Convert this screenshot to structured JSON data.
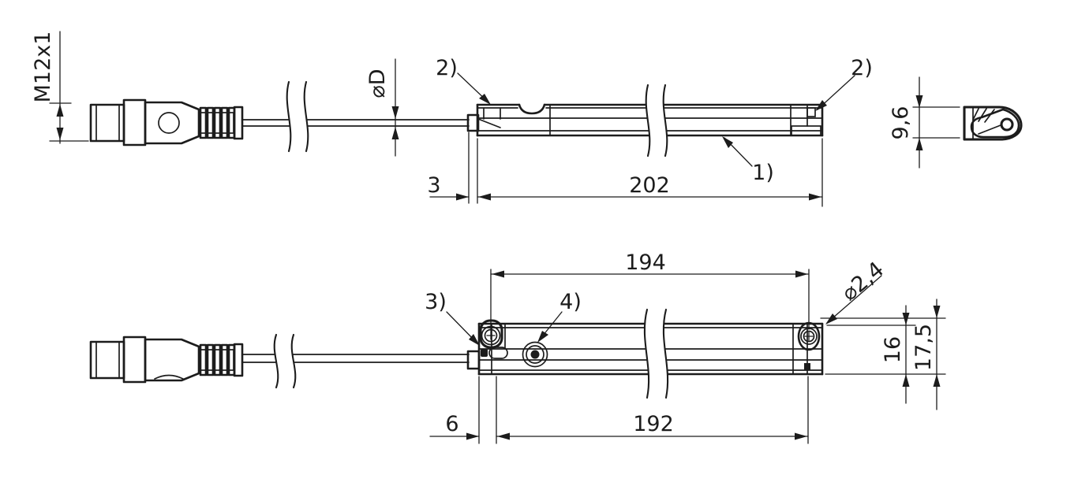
{
  "drawing": {
    "background": "#ffffff",
    "line_color": "#1c1c1c",
    "labels": {
      "thread": "M12x1",
      "cable_dia": "⌀D",
      "callout_1": "1)",
      "callout_2_left": "2)",
      "callout_2_right": "2)",
      "callout_3": "3)",
      "callout_4": "4)",
      "dim_end_height": "9,6",
      "dim_offset_top": "3",
      "dim_length_top": "202",
      "dim_hole_spacing": "194",
      "dim_hole_dia": "⌀2,4",
      "dim_body_height": "16",
      "dim_total_height": "17,5",
      "dim_offset_bottom": "6",
      "dim_length_bottom": "192"
    }
  }
}
